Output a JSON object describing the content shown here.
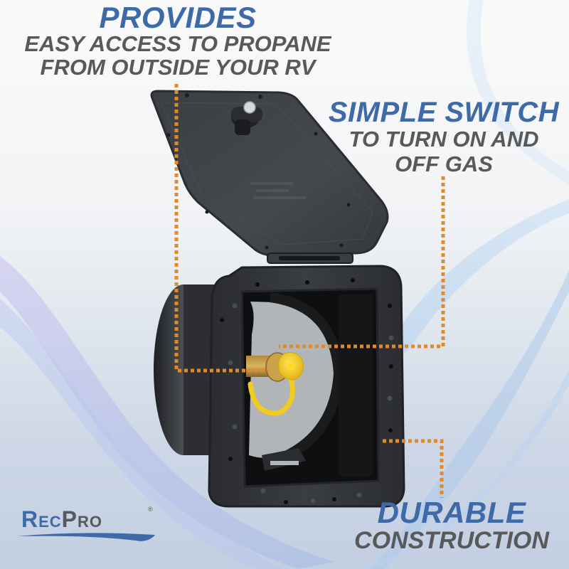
{
  "brand": {
    "name_part1": "Rec",
    "name_part2": "Pro",
    "registered_mark": "®",
    "colors": {
      "primary_blue": "#3f6aa8",
      "text_gray": "#58595b",
      "leader_orange": "#e08a2c",
      "accent_yellow": "#f2cc1b"
    }
  },
  "callouts": [
    {
      "heading": "PROVIDES",
      "lines": [
        "EASY ACCESS TO PROPANE",
        "FROM OUTSIDE YOUR RV"
      ]
    },
    {
      "heading": "SIMPLE SWITCH",
      "lines": [
        "TO TURN ON AND",
        "OFF GAS"
      ]
    },
    {
      "heading": "DURABLE",
      "lines": [
        "CONSTRUCTION"
      ]
    }
  ],
  "product": {
    "description": "Black RV propane quick-connect access box with open hinged lid, twist latch, brass fitting and yellow dust cap",
    "parts": [
      "hinged-lid",
      "twist-latch",
      "square-flange-frame",
      "round-rear-housing",
      "brass-quick-connect",
      "yellow-dust-cap"
    ]
  }
}
